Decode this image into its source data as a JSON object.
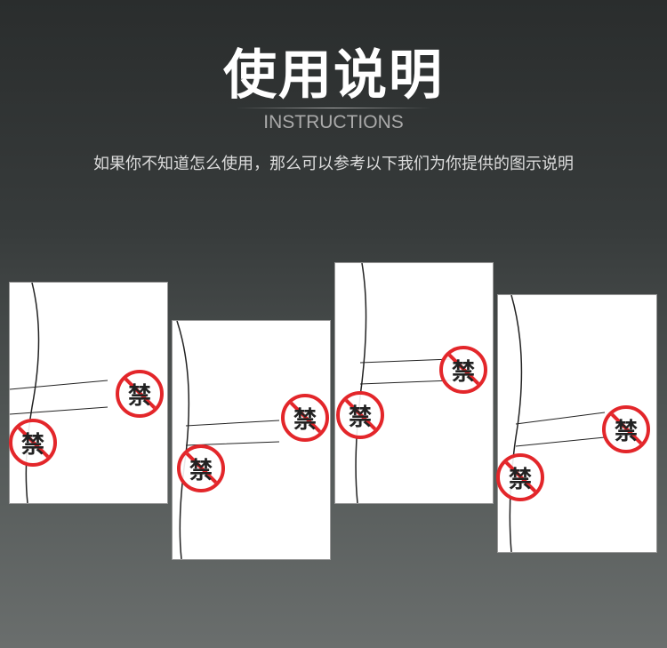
{
  "header": {
    "title": "使用说明",
    "subtitle": "INSTRUCTIONS",
    "description": "如果你不知道怎么使用，那么可以参考以下我们为你提供的图示说明"
  },
  "panels": [
    {
      "signs": [
        "禁",
        "禁"
      ]
    },
    {
      "signs": [
        "禁",
        "禁"
      ]
    },
    {
      "signs": [
        "禁",
        "禁"
      ]
    },
    {
      "signs": [
        "禁",
        "禁"
      ]
    }
  ],
  "colors": {
    "prohibit": "#e3262a",
    "panel": "#ffffff"
  }
}
